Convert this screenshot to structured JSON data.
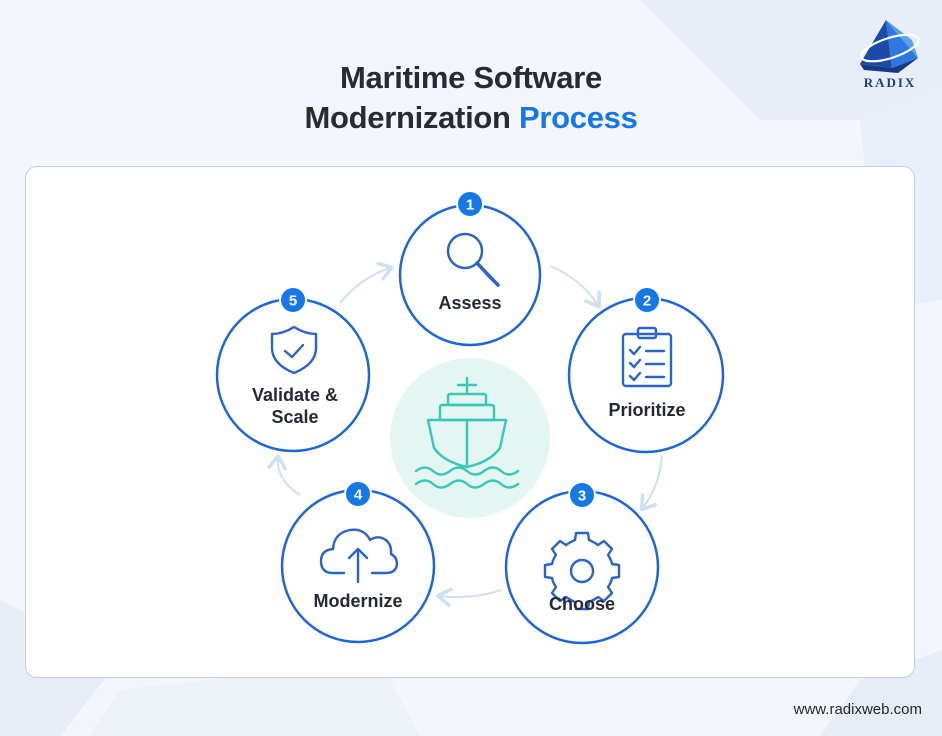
{
  "title": {
    "line1": "Maritime Software",
    "line2_prefix": "Modernization",
    "line2_accent": "Process"
  },
  "logo": {
    "text": "RADIX"
  },
  "colors": {
    "accent": "#1677e6",
    "circle_border": "#1e66d8",
    "icon_blue": "#2a63c9",
    "ship_teal": "#3bc7b8",
    "center_fill": "#e3f6f2",
    "arrow": "#cfe0f2",
    "text_dark": "#242a35"
  },
  "steps": [
    {
      "number": "1",
      "label": "Assess",
      "icon": "magnifier-icon"
    },
    {
      "number": "2",
      "label": "Prioritize",
      "icon": "checklist-clipboard-icon"
    },
    {
      "number": "3",
      "label": "Choose",
      "icon": "gear-icon"
    },
    {
      "number": "4",
      "label": "Modernize",
      "icon": "cloud-upload-icon"
    },
    {
      "number": "5",
      "label_line1": "Validate &",
      "label_line2": "Scale",
      "icon": "shield-check-icon"
    }
  ],
  "center": {
    "icon": "ship-icon"
  },
  "footer": {
    "url": "www.radixweb.com"
  }
}
